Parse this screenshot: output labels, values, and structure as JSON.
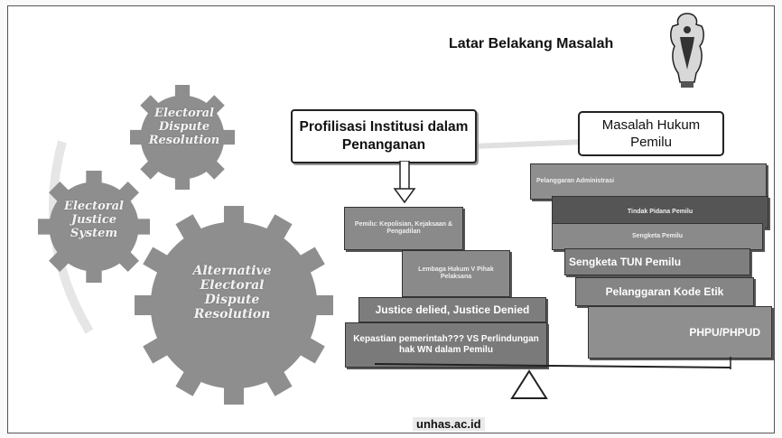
{
  "slide": {
    "title": "Latar Belakang  Masalah",
    "footer": "unhas.ac.id"
  },
  "gears": [
    {
      "label": "Electoral Dispute Resolution"
    },
    {
      "label": "Electoral Justice System"
    },
    {
      "label": "Alternative Electoral Dispute Resolution"
    }
  ],
  "center": {
    "heading": "Profilisasi Institusi dalam Penanganan",
    "items": [
      "Pemilu: Kepolisian, Kejaksaan & Pengadilan",
      "Lembaga Hukum V Pihak Pelaksana",
      "Justice delied, Justice Denied",
      "Kepastian pemerintah??? VS Perlindungan hak WN dalam Pemilu"
    ]
  },
  "right": {
    "heading": "Masalah Hukum Pemilu",
    "items": [
      "Pelanggaran Administrasi",
      "Tindak Pidana Pemilu",
      "Sengketa Pemilu",
      "Sengketa TUN Pemilu",
      "Pelanggaran Kode Etik",
      "PHPU/PHPUD"
    ]
  },
  "colors": {
    "gear": "#8e8e8e",
    "bar": "#8a8a8a",
    "dark_bar": "#555555"
  }
}
